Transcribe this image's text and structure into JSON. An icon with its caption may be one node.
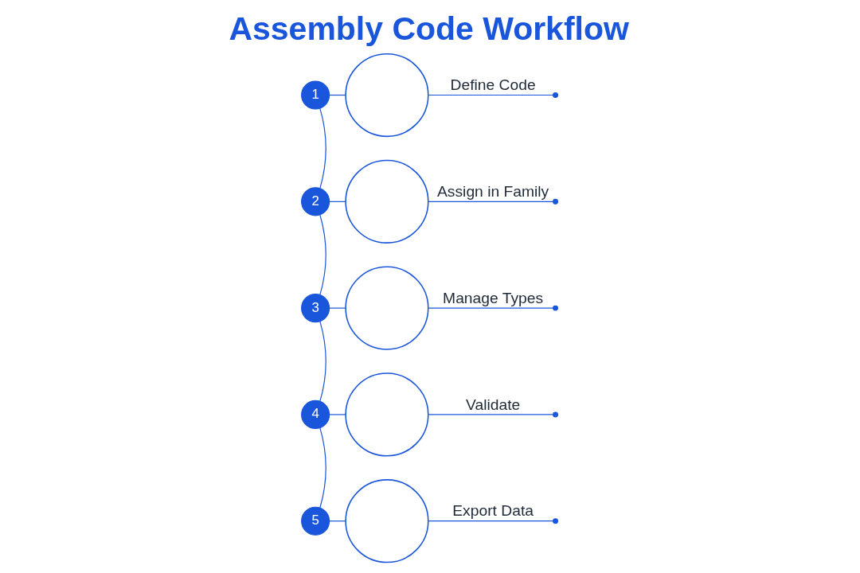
{
  "diagram": {
    "title": "Assembly Code Workflow",
    "nodes": [
      {
        "text": [
          "1"
        ]
      },
      {
        "text": [],
        "shape": "circle",
        "beside": [
          "Define Code"
        ]
      },
      {
        "text": [
          "2"
        ]
      },
      {
        "text": [],
        "shape": "circle",
        "beside": [
          "Assign in Family"
        ]
      },
      {
        "text": [
          "3"
        ]
      },
      {
        "text": [],
        "shape": "circle",
        "beside": [
          "Manage Types"
        ]
      },
      {
        "text": [
          "4"
        ]
      },
      {
        "text": [],
        "shape": "circle",
        "beside": [
          "Validate"
        ]
      },
      {
        "text": [
          "5"
        ]
      },
      {
        "text": [],
        "shape": "circle",
        "beside": [
          "Export Data"
        ]
      }
    ],
    "edges": [
      {
        "from": 0,
        "to": 1,
        "arrow": "none"
      },
      {
        "from": 1,
        "to": null,
        "arrow": "other"
      },
      {
        "from": 0,
        "to": 2,
        "arrow": "none"
      },
      {
        "from": 2,
        "to": 3,
        "arrow": "none"
      },
      {
        "from": 3,
        "to": null,
        "arrow": "other"
      },
      {
        "from": 2,
        "to": 4,
        "arrow": "none"
      },
      {
        "from": 4,
        "to": 5,
        "arrow": "none"
      },
      {
        "from": 5,
        "to": null,
        "arrow": "other"
      },
      {
        "from": 4,
        "to": 6,
        "arrow": "none"
      },
      {
        "from": 6,
        "to": 7,
        "arrow": "none"
      },
      {
        "from": 7,
        "to": null,
        "arrow": "other"
      },
      {
        "from": 6,
        "to": 8,
        "arrow": "none"
      },
      {
        "from": 8,
        "to": 9,
        "arrow": "none"
      },
      {
        "from": 9,
        "to": null,
        "arrow": "other"
      }
    ]
  }
}
